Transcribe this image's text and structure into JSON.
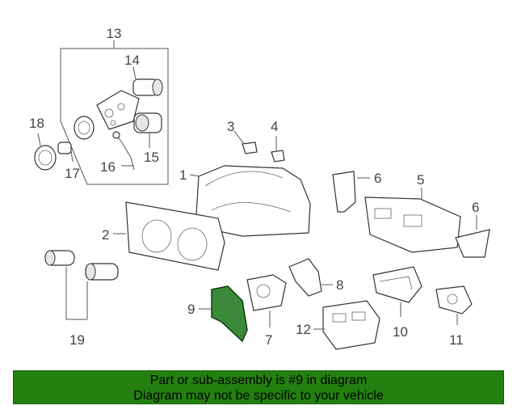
{
  "callouts": {
    "c1": "1",
    "c2": "2",
    "c3": "3",
    "c4": "4",
    "c5": "5",
    "c6a": "6",
    "c6b": "6",
    "c7": "7",
    "c8": "8",
    "c9": "9",
    "c10": "10",
    "c11": "11",
    "c12": "12",
    "c13": "13",
    "c14": "14",
    "c15": "15",
    "c16": "16",
    "c17": "17",
    "c18": "18",
    "c19": "19"
  },
  "highlight": {
    "part": "9",
    "color": "#3a8a3a"
  },
  "banner": {
    "line1": "Part or sub-assembly is #9 in diagram",
    "line2": "Diagram may not be specific to your vehicle",
    "color": "#23800f"
  }
}
